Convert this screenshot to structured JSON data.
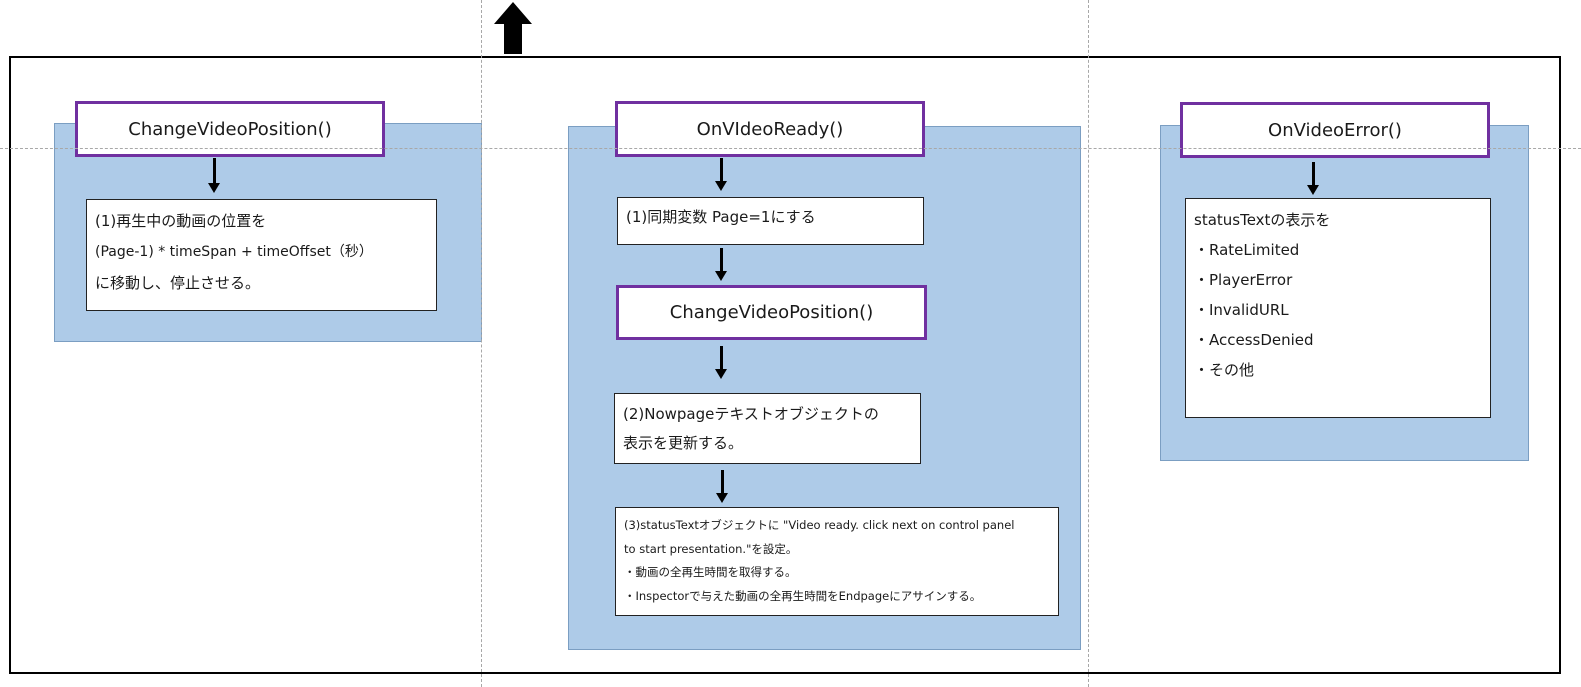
{
  "left": {
    "function_title": "ChangeVideoPosition()",
    "step_lines": [
      "(1)再生中の動画の位置を",
      "(Page-1) * timeSpan + timeOffset（秒）",
      "に移動し、停止させる。"
    ]
  },
  "center": {
    "function_title": "OnVIdeoReady()",
    "step1": "(1)同期変数 Page=1にする",
    "call_title": "ChangeVideoPosition()",
    "step2_lines": [
      "(2)Nowpageテキストオブジェクトの",
      "表示を更新する。"
    ],
    "step3_lines": [
      "(3)statusTextオブジェクトに \"Video ready. click next on control panel",
      "to start presentation.\"を設定。",
      "・動画の全再生時間を取得する。",
      "・Inspectorで与えた動画の全再生時間をEndpageにアサインする。"
    ]
  },
  "right": {
    "function_title": "OnVideoError()",
    "heading": "statusTextの表示を",
    "items": [
      "・RateLimited",
      "・PlayerError",
      "・InvalidURL",
      "・AccessDenied",
      "・その他"
    ]
  }
}
